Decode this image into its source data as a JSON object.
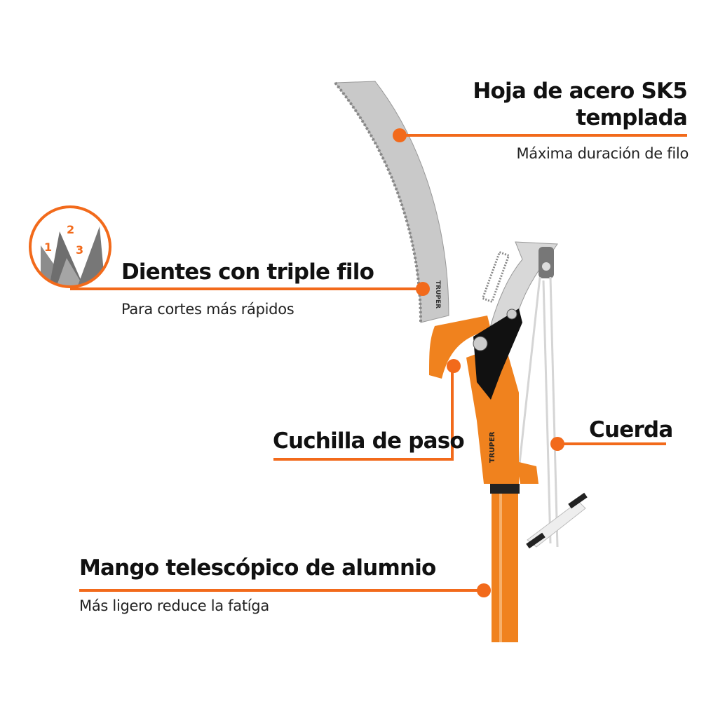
{
  "callouts": {
    "blade": {
      "title_line1": "Hoja de acero SK5",
      "title_line2": "templada",
      "subtitle": "Máxima duración de filo"
    },
    "teeth": {
      "title": "Dientes con triple filo",
      "subtitle": "Para cortes más rápidos",
      "icon_numbers": [
        "1",
        "2",
        "3"
      ]
    },
    "bypass": {
      "title": "Cuchilla de paso"
    },
    "rope": {
      "title": "Cuerda"
    },
    "handle": {
      "title": "Mango telescópico de alumnio",
      "subtitle": "Más ligero reduce la fatíga"
    }
  },
  "brand": {
    "logo_text": "TRUPER"
  },
  "colors": {
    "accent": "#f26a1b",
    "tool_orange": "#f0821e",
    "steel": "#c8c8c8"
  }
}
